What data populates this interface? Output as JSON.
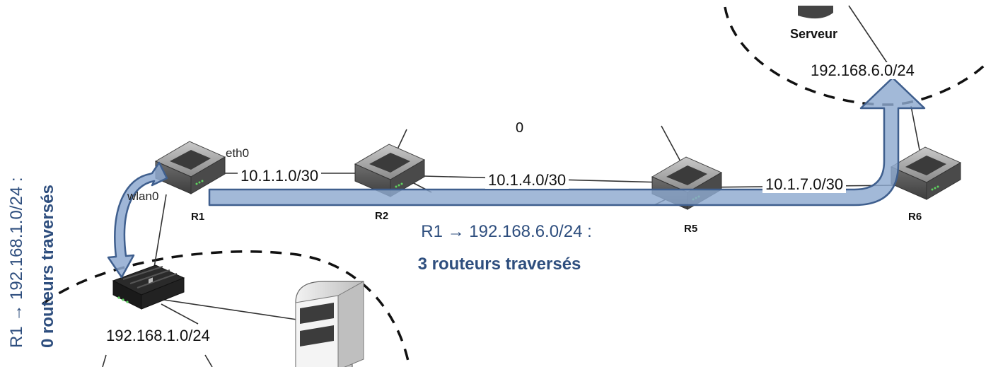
{
  "routers": [
    {
      "name": "R1"
    },
    {
      "name": "R2"
    },
    {
      "name": "R5"
    },
    {
      "name": "R6"
    }
  ],
  "interfaces": {
    "eth0": "eth0",
    "wlan0": "wlan0"
  },
  "networks": {
    "r1_r2": "10.1.1.0/30",
    "r2_r5": "10.1.4.0/30",
    "r5_r6": "10.1.7.0/30",
    "lan_left": "192.168.1.0/24",
    "lan_server": "192.168.6.0/24"
  },
  "server_label": "Serveur",
  "stray_label": "0",
  "annotations": {
    "route_remote": {
      "line1": "R1 → 192.168.6.0/24 :",
      "line2": "3 routeurs traversés"
    },
    "route_local": {
      "line1": "R1 → 192.168.1.0/24 :",
      "line2": "0 routeurs traversés"
    }
  },
  "colors": {
    "arrow_fill": "#8EA9D0",
    "arrow_stroke": "#3F5F8E",
    "annotation_text": "#2E4E7E",
    "router_body": "#5A5A5A",
    "router_top": "#9A9A9A",
    "switch_body": "#1E1E1E"
  }
}
